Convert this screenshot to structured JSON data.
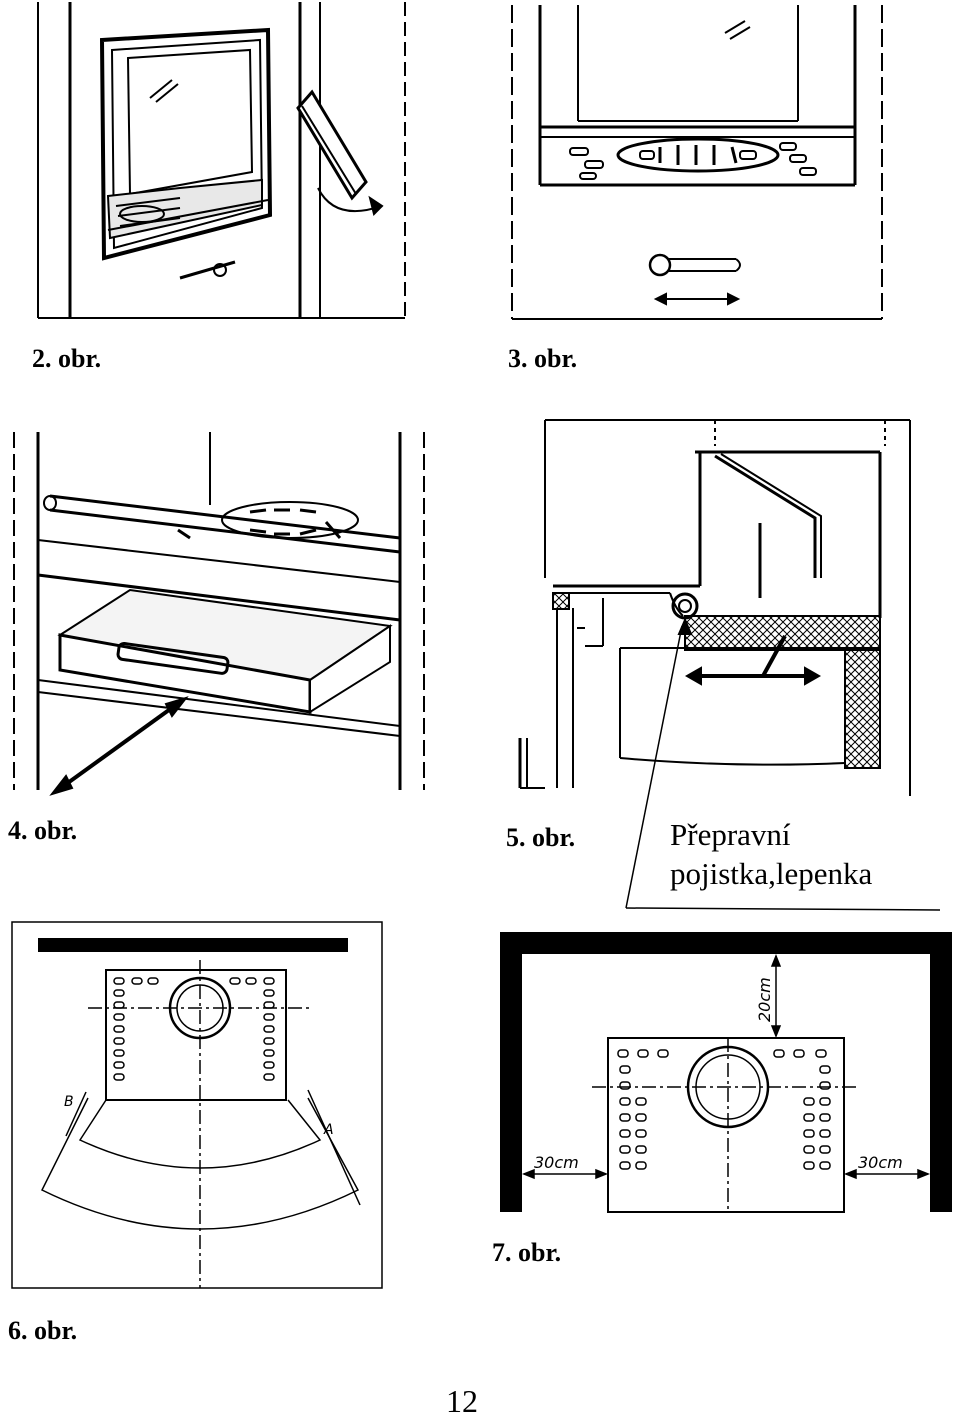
{
  "captions": {
    "fig2": "2. obr.",
    "fig3": "3. obr.",
    "fig4": "4. obr.",
    "fig5": "5. obr.",
    "fig6": "6. obr.",
    "fig7": "7. obr."
  },
  "fig5_note": {
    "line1": "Přepravní",
    "line2": "pojistka,lepenka"
  },
  "fig6_labels": {
    "a": "A",
    "b": "B"
  },
  "fig7_labels": {
    "top": "20cm",
    "left": "30cm",
    "right": "30cm"
  },
  "page_number": "12"
}
